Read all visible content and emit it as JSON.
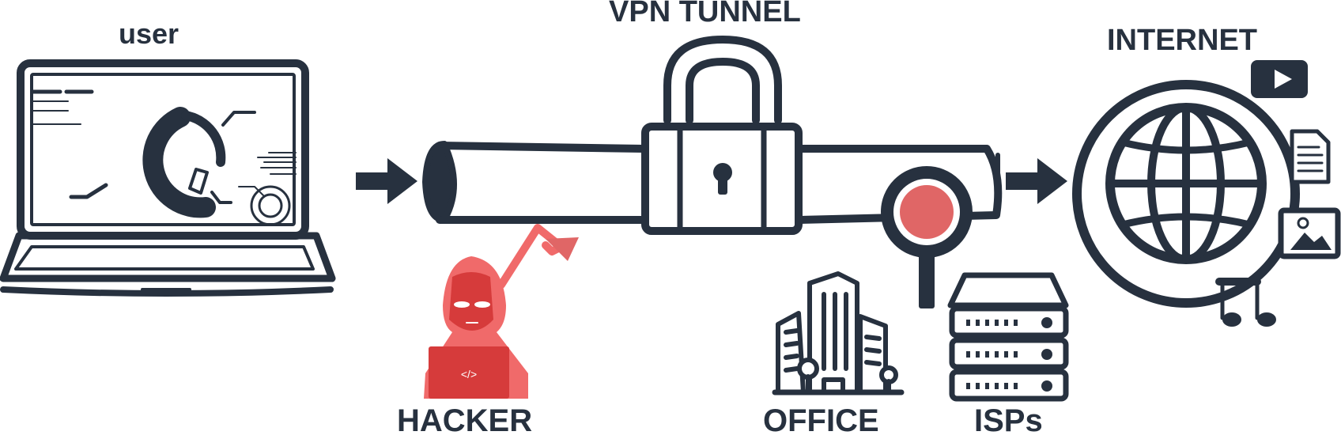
{
  "labels": {
    "user": "user",
    "vpn_tunnel": "VPN TUNNEL",
    "internet": "INTERNET",
    "hacker": "HACKER",
    "office": "OFFICE",
    "isps": "ISPs"
  },
  "hacker_screen_code": "</>",
  "colors": {
    "dark": "#27313f",
    "hacker_red": "#f06a6a",
    "hacker_dark_red": "#d63b3b",
    "magnifier_red": "#e06666"
  },
  "icons": [
    "laptop-icon",
    "arrow-right-icon",
    "pipe-icon",
    "padlock-icon",
    "magnifier-icon",
    "hacker-icon",
    "office-building-icon",
    "server-rack-icon",
    "globe-icon",
    "video-play-icon",
    "document-icon",
    "image-icon",
    "music-note-icon"
  ]
}
